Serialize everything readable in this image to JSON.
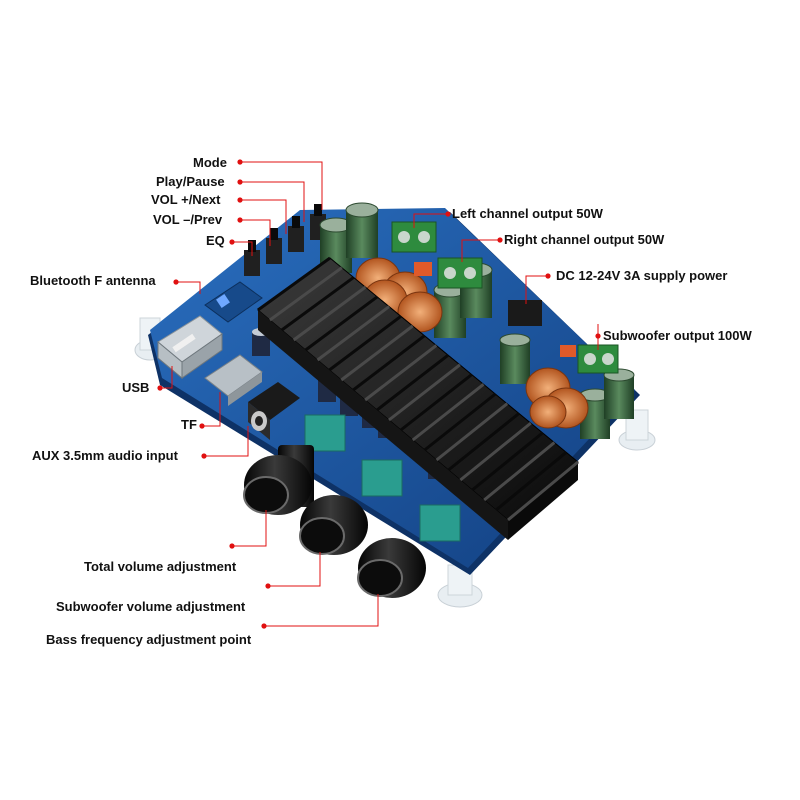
{
  "colors": {
    "leader": "#e01010",
    "pcb": "#1d5aa6",
    "heatsink": "#1a1a1a",
    "knob": "#111111",
    "pot": "#2a9d8f",
    "terminal": "#2e8b3e"
  },
  "labels": {
    "mode": "Mode",
    "play_pause": "Play/Pause",
    "vol_next": "VOL +/Next",
    "vol_prev": "VOL –/Prev",
    "eq": "EQ",
    "bt_antenna": "Bluetooth F antenna",
    "usb": "USB",
    "tf": "TF",
    "aux": "AUX 3.5mm audio input",
    "total_volume": "Total volume adjustment",
    "sub_volume": "Subwoofer volume adjustment",
    "bass_freq": "Bass frequency adjustment point",
    "left_out": "Left channel output 50W",
    "right_out": "Right channel output 50W",
    "dc_power": "DC 12-24V  3A supply power",
    "sub_out": "Subwoofer output 100W"
  }
}
